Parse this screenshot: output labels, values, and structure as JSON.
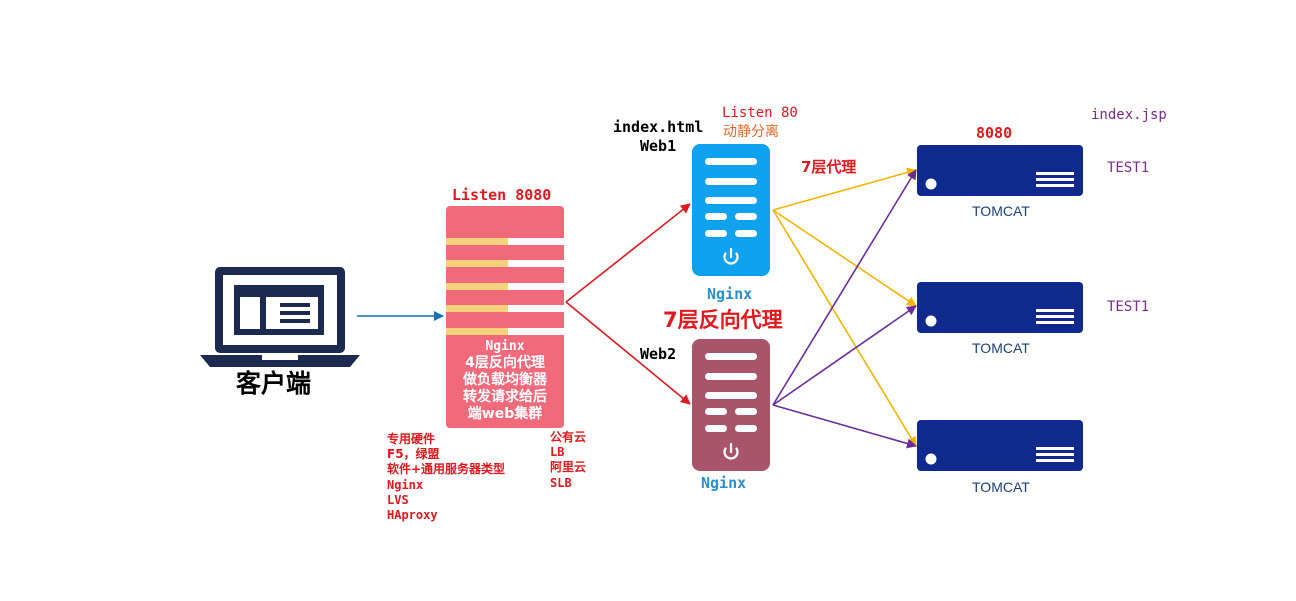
{
  "client": {
    "label": "客户端"
  },
  "load_balancer": {
    "listen": "Listen 8080",
    "lines": [
      "Nginx",
      "4层反向代理",
      "做负载均衡器",
      "转发请求给后",
      "端web集群"
    ],
    "hardware_list": [
      "专用硬件",
      "F5，绿盟",
      "软件+通用服务器类型",
      "Nginx",
      "LVS",
      "HAproxy"
    ],
    "cloud_list": [
      "公有云",
      "LB",
      "阿里云",
      "SLB"
    ]
  },
  "web1": {
    "title": "Web1",
    "file": "index.html",
    "listen": "Listen 80",
    "note": "动静分离",
    "type": "Nginx"
  },
  "web2": {
    "title": "Web2",
    "type": "Nginx"
  },
  "proxy_center_label": "7层反向代理",
  "proxy_top_label": "7层代理",
  "backend": {
    "port": "8080",
    "file": "index.jsp",
    "servers": [
      {
        "name": "TOMCAT",
        "tag": "TEST1"
      },
      {
        "name": "TOMCAT",
        "tag": "TEST1"
      },
      {
        "name": "TOMCAT",
        "tag": ""
      }
    ]
  },
  "colors": {
    "client_navy": "#1b2a4e",
    "lb_pink": "#f06a7c",
    "lb_stripe": "#f8d27a",
    "web1_blue": "#10a2ef",
    "web2_maroon": "#a8556b",
    "tomcat_navy": "#0f2a8c",
    "arrow_blue": "#1a6fb5",
    "arrow_red": "#e0191f",
    "arrow_yellow": "#f4b400",
    "arrow_purple": "#6b2d9a"
  }
}
